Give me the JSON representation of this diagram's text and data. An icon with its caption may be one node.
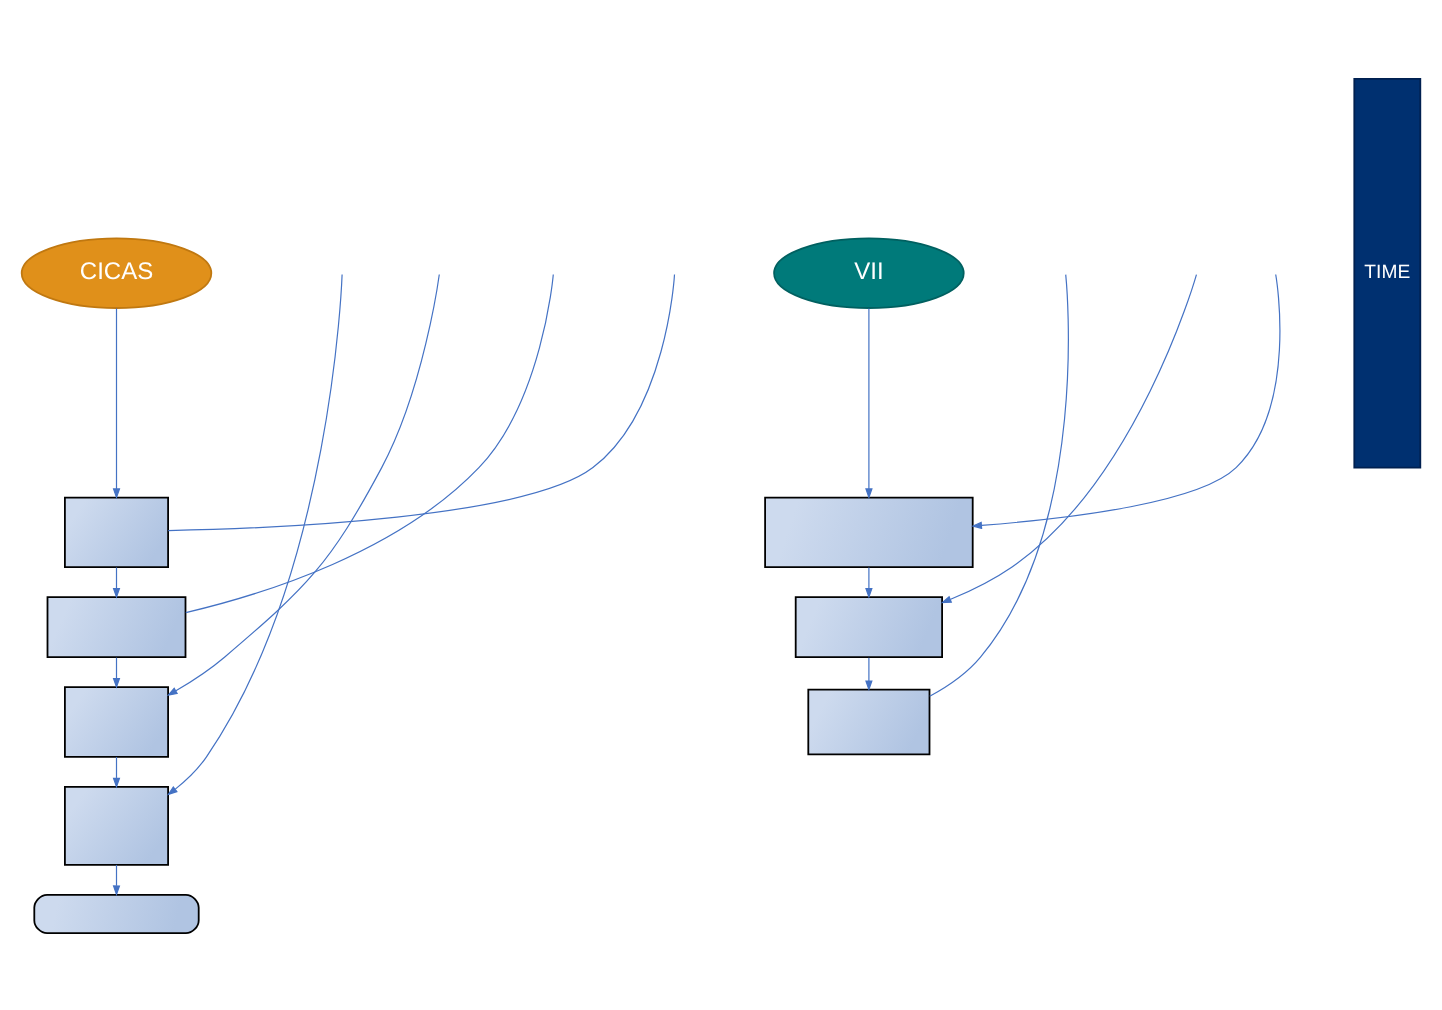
{
  "diagram": {
    "nodes": [
      {
        "text": [
          "CICAS"
        ]
      },
      {
        "text": [],
        "shape": "box"
      },
      {
        "text": [],
        "shape": "box"
      },
      {
        "text": [],
        "shape": "box"
      },
      {
        "text": [],
        "shape": "box"
      },
      {
        "text": [],
        "shape": "box"
      },
      {
        "text": [
          "VII"
        ]
      },
      {
        "text": [],
        "shape": "box"
      },
      {
        "text": [],
        "shape": "box"
      },
      {
        "text": [],
        "shape": "box"
      },
      {
        "text": [
          "TIME"
        ]
      }
    ],
    "edges": [
      {
        "from": 0,
        "to": 1,
        "arrow": "to"
      },
      {
        "from": 1,
        "to": 2,
        "arrow": "to"
      },
      {
        "from": 2,
        "to": 3,
        "arrow": "to"
      },
      {
        "from": 3,
        "to": 4,
        "arrow": "to"
      },
      {
        "from": 4,
        "to": 5,
        "arrow": "to"
      },
      {
        "from": 6,
        "to": 7,
        "arrow": "to"
      },
      {
        "from": 7,
        "to": 8,
        "arrow": "to"
      },
      {
        "from": 8,
        "to": 9,
        "arrow": "to"
      },
      {
        "from": 1,
        "to": null,
        "arrow": "none"
      },
      {
        "from": null,
        "to": 7,
        "arrow": "to"
      },
      {
        "from": 2,
        "to": null,
        "arrow": "none"
      },
      {
        "from": null,
        "to": 8,
        "arrow": "to"
      },
      {
        "from": null,
        "to": 3,
        "arrow": "to"
      },
      {
        "from": 9,
        "to": null,
        "arrow": "none"
      },
      {
        "from": null,
        "to": 4,
        "arrow": "to"
      }
    ]
  }
}
